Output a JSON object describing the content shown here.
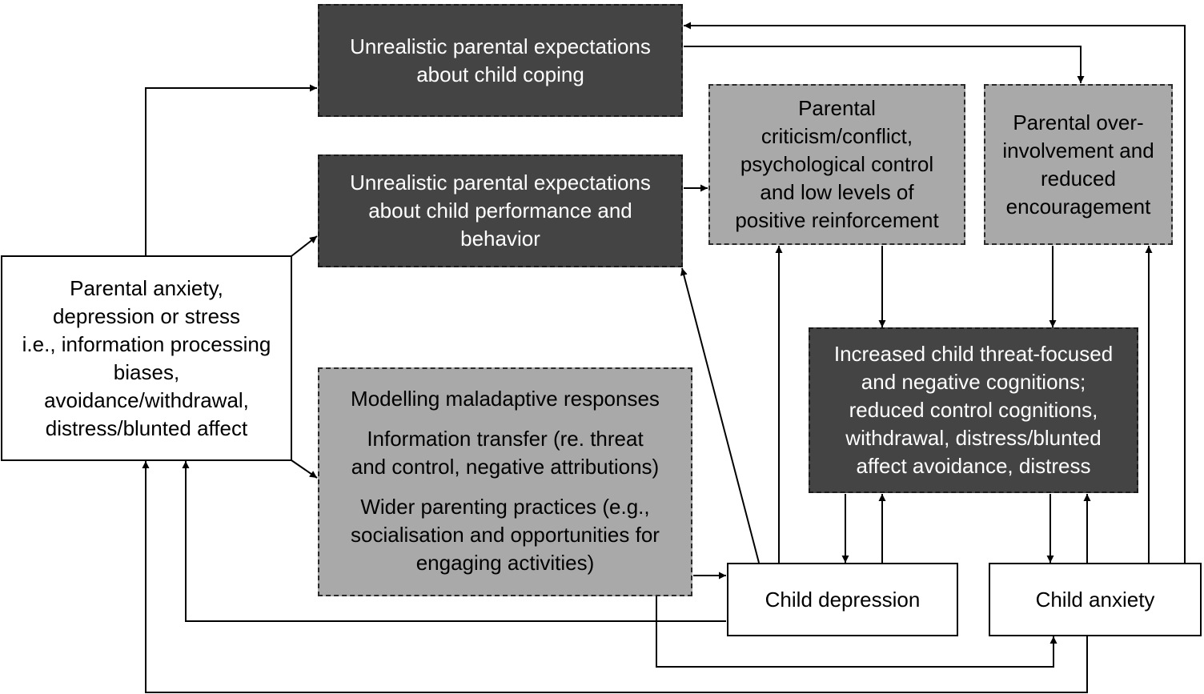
{
  "boxes": {
    "parental_state": [
      "Parental anxiety,",
      "depression or stress",
      "i.e., information processing",
      "biases,",
      "avoidance/withdrawal,",
      "distress/blunted affect"
    ],
    "expect_coping": [
      "Unrealistic parental expectations",
      "about child coping"
    ],
    "expect_performance": [
      "Unrealistic parental expectations",
      "about child performance and",
      "behavior"
    ],
    "modelling": {
      "line1": "Modelling maladaptive responses",
      "line2": [
        "Information transfer (re. threat",
        "and control, negative attributions)"
      ],
      "line3": [
        "Wider parenting practices (e.g.,",
        "socialisation and opportunities for",
        "engaging activities)"
      ]
    },
    "criticism": [
      "Parental",
      "criticism/conflict,",
      "psychological control",
      "and low levels of",
      "positive reinforcement"
    ],
    "overinvolvement": [
      "Parental over-",
      "involvement and",
      "reduced",
      "encouragement"
    ],
    "child_cognitions": [
      "Increased child threat-focused",
      "and negative cognitions;",
      "reduced control cognitions,",
      "withdrawal, distress/blunted",
      "affect avoidance, distress"
    ],
    "child_depression": "Child depression",
    "child_anxiety": "Child anxiety"
  },
  "colors": {
    "dark_fill": "#444444",
    "light_fill": "#a9a9a9",
    "line": "#000000"
  }
}
